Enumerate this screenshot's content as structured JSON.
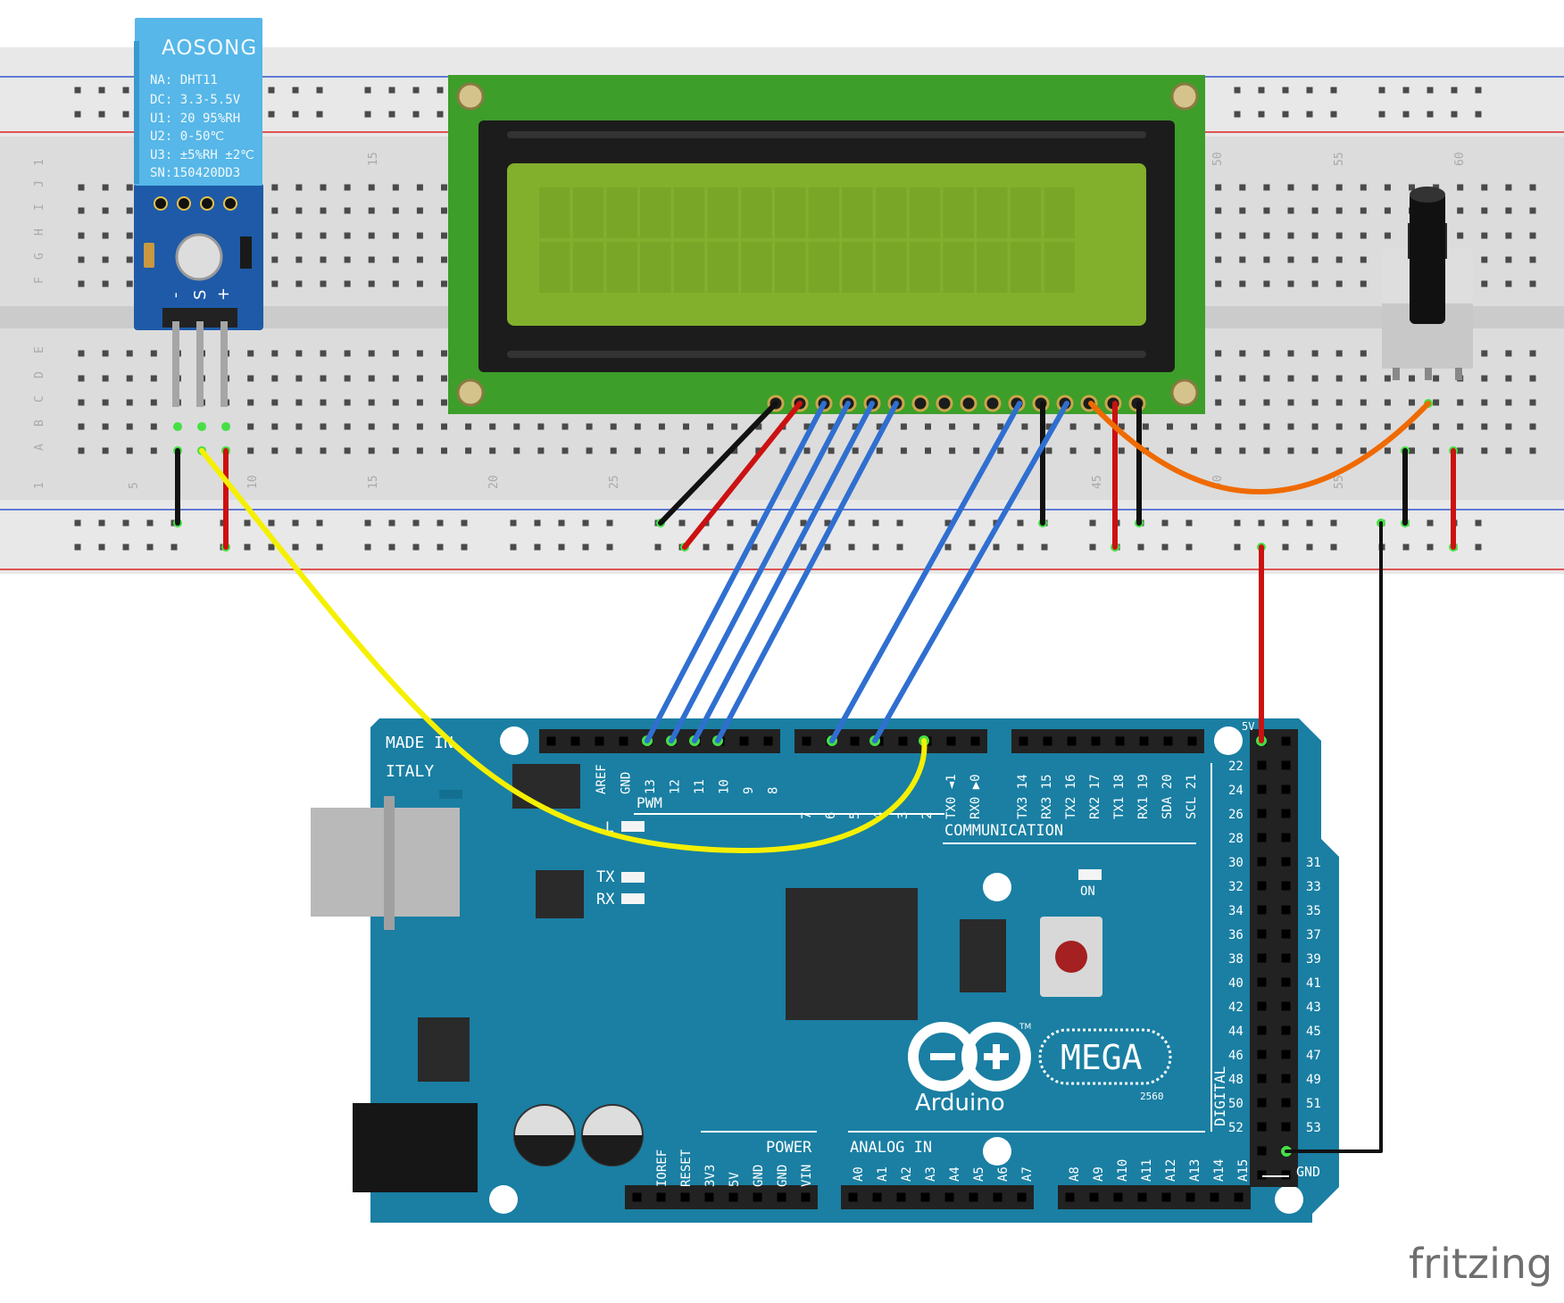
{
  "sensor": {
    "brand": "AOSONG",
    "spec_lines": [
      "NA: DHT11",
      "DC: 3.3-5.5V",
      "U1: 20 95%RH",
      "U2: 0-50℃",
      "U3: ±5%RH ±2℃",
      "SN:150420DD3"
    ],
    "pin_labels": [
      "-",
      "S",
      "+"
    ]
  },
  "breadboard": {
    "row_letters_top": [
      "J",
      "I",
      "H",
      "G",
      "F"
    ],
    "row_letters_bottom": [
      "E",
      "D",
      "C",
      "B",
      "A"
    ],
    "column_numbers_top": [
      "1",
      "15",
      "50",
      "55",
      "60"
    ],
    "column_numbers_bottom": [
      "1",
      "5",
      "10",
      "15",
      "20",
      "25",
      "45",
      "50",
      "55"
    ]
  },
  "arduino": {
    "made_in": [
      "MADE IN",
      "ITALY"
    ],
    "top_header_left": [
      "AREF",
      "GND",
      "13",
      "12",
      "11",
      "10",
      "9",
      "8"
    ],
    "top_header_right": [
      "7",
      "6",
      "5",
      "4",
      "3",
      "2",
      "TX0 ◄1",
      "RX0 ▶0"
    ],
    "comm_pins": [
      "TX3 14",
      "RX3 15",
      "TX2 16",
      "RX2 17",
      "TX1 18",
      "RX1 19",
      "SDA 20",
      "SCL 21"
    ],
    "pwm_label": "PWM",
    "communication_label": "COMMUNICATION",
    "led_l": "L",
    "tx_label": "TX",
    "rx_label": "RX",
    "on_label": "ON",
    "power_label": "POWER",
    "power_pins": [
      "IOREF",
      "RESET",
      "3V3",
      "5V",
      "GND",
      "GND",
      "VIN"
    ],
    "analog_label": "ANALOG IN",
    "analog_pins_a": [
      "A0",
      "A1",
      "A2",
      "A3",
      "A4",
      "A5",
      "A6",
      "A7"
    ],
    "analog_pins_b": [
      "A8",
      "A9",
      "A10",
      "A11",
      "A12",
      "A13",
      "A14",
      "A15"
    ],
    "digital_left": [
      "22",
      "24",
      "26",
      "28",
      "30",
      "32",
      "34",
      "36",
      "38",
      "40",
      "42",
      "44",
      "46",
      "48",
      "50",
      "52"
    ],
    "digital_right": [
      "31",
      "33",
      "35",
      "37",
      "39",
      "41",
      "43",
      "45",
      "47",
      "49",
      "51",
      "53"
    ],
    "digital_label": "DIGITAL",
    "fivev_label": "5V",
    "gnd_label": "GND",
    "logo_text": "Arduino",
    "mega_text": "MEGA",
    "model_text": "2560",
    "tm": "TM"
  },
  "watermark": "fritzing",
  "colors": {
    "board": "#1a7fa3",
    "lcd_pcb": "#3d9e2a",
    "lcd_screen": "#82b02d",
    "wire_blue": "#2f6fd0",
    "wire_red": "#cc1111",
    "wire_black": "#111111",
    "wire_yellow": "#f5f000",
    "wire_orange": "#ef6a00",
    "sensor_blue": "#56b7e8"
  }
}
